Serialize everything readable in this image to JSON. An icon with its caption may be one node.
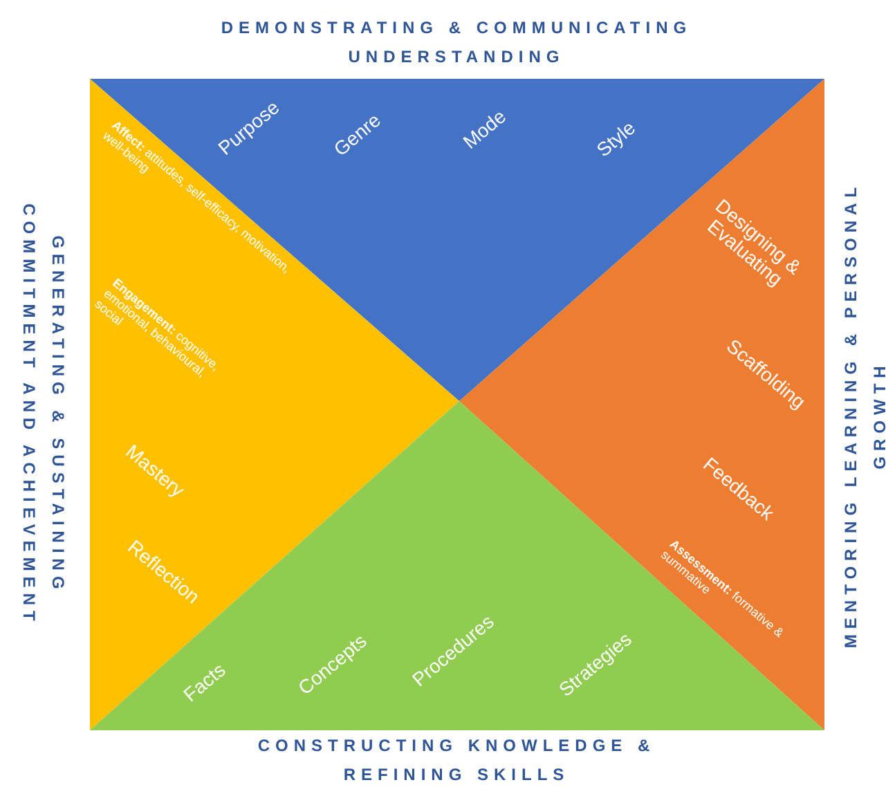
{
  "diagram": {
    "nodes": [
      {
        "text": [
          "Purpose",
          "Genre",
          "Mode",
          "Style"
        ],
        "beside": [
          "DEMONSTRATING & COMMUNICATING UNDERSTANDING"
        ]
      },
      {
        "text": [
          "**Affect:** attitudes, self-efficacy, motivation, well-being",
          "**Engagement:** cognitive, emotional, behavioural, social",
          "Mastery",
          "Reflection"
        ],
        "beside": [
          "GENERATING & SUSTAINING COMMITMENT AND ACHIEVEMENT"
        ]
      },
      {
        "text": [
          "Designing & Evaluating",
          "Scaffolding",
          "Feedback",
          "**Assessment:** formative & summative"
        ],
        "beside": [
          "MENTORING LEARNING & PERSONAL GROWTH"
        ]
      },
      {
        "text": [
          "Facts",
          "Concepts",
          "Procedures",
          "Strategies"
        ],
        "beside": [
          "CONSTRUCTING KNOWLEDGE & REFINING SKILLS"
        ]
      }
    ],
    "edges": []
  }
}
